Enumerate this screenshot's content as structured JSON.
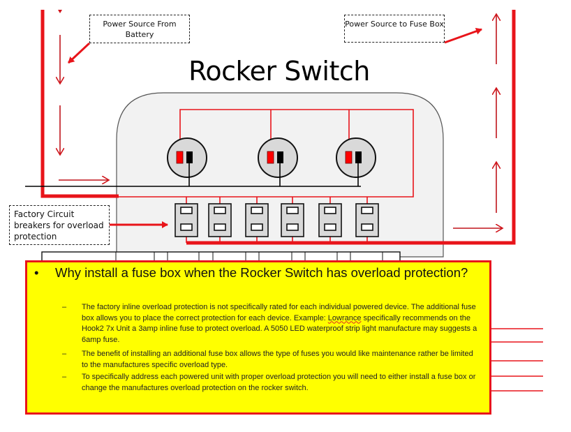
{
  "title": "Rocker Switch",
  "callouts": {
    "battery": "Power Source From Battery",
    "fuse_box": "Power Source to Fuse Box",
    "breakers": "Factory Circuit breakers for overload protection"
  },
  "components": {
    "switches_count": 3,
    "breakers_count": 6,
    "output_leads_count": 5
  },
  "colors": {
    "wire_red": "#e8141a",
    "wire_black": "#000000",
    "panel_fill": "#f2f2f2",
    "note_fill": "#ffff00",
    "terminal_red": "#ff0000",
    "switch_fill": "#d9d9d9"
  },
  "notes": {
    "bullet": "•",
    "heading": "Why  install a fuse box when the Rocker Switch has overload protection?",
    "dash": "–",
    "items": [
      {
        "before": "The factory inline overload protection is not specifically rated for each individual powered device. The additional fuse box allows you to place the correct protection for each device. Example: ",
        "flagged_word": "Lowrance",
        "after": " specifically recommends on the Hook2 7x Unit a 3amp inline fuse to protect overload. A 5050 LED waterproof strip light manufacture may suggests a 6amp fuse."
      },
      {
        "text": "The benefit of installing an additional  fuse box allows the  type of fuses you would like maintenance rather be limited to the  manufactures specific overload type."
      },
      {
        "text": "To specifically address each powered unit with proper overload protection you will need to either install a fuse box  or change the manufactures overload protection on the rocker switch."
      }
    ]
  }
}
